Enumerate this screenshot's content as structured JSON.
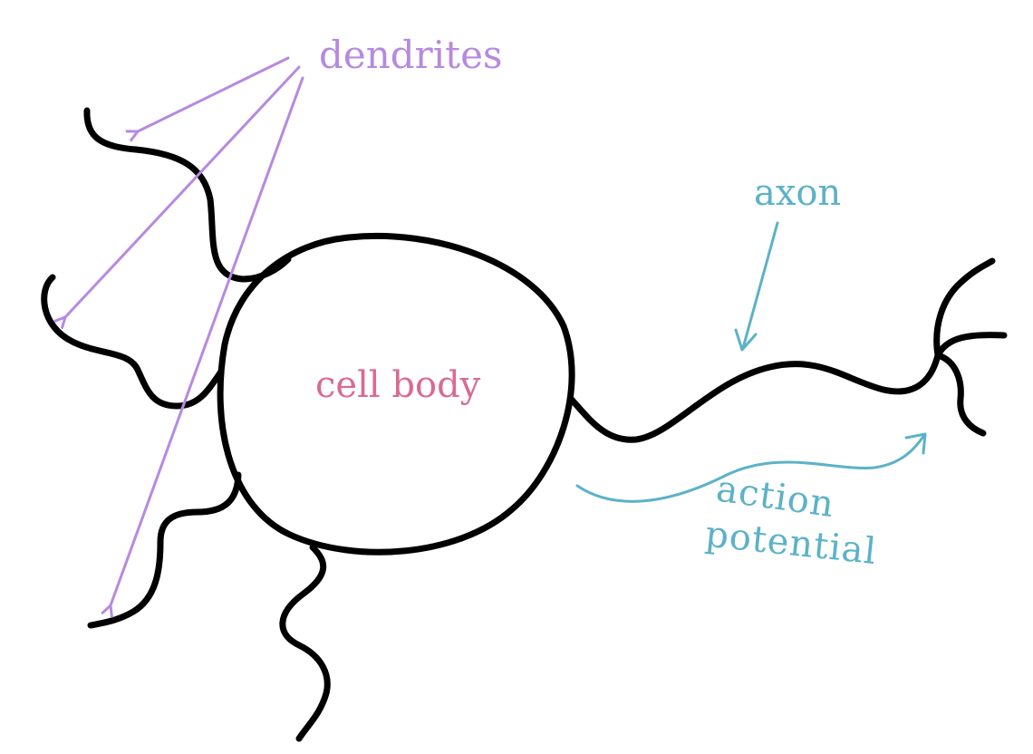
{
  "labels": {
    "dendrites": "dendrites",
    "axon": "axon",
    "cell_body": "cell body",
    "action": "action",
    "potential": "potential"
  },
  "colors": {
    "neuron": "#000000",
    "dendrites": "#b68ae0",
    "cell_body": "#d96b8e",
    "axon": "#5cb2c8"
  }
}
